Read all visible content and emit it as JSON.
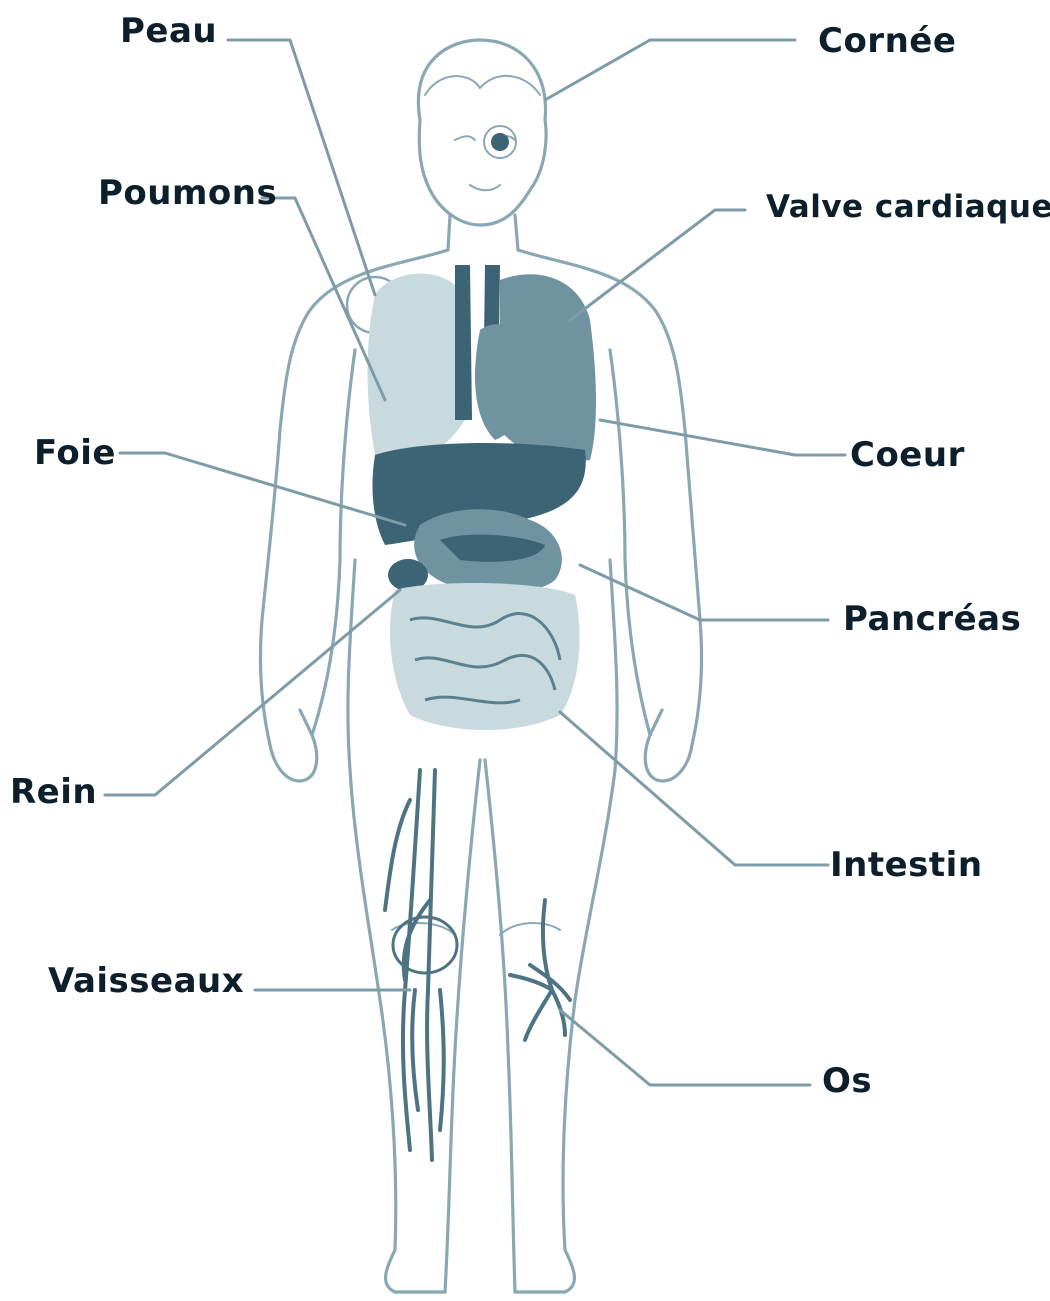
{
  "labels": {
    "peau": "Peau",
    "cornee": "Cornée",
    "poumons": "Poumons",
    "valve_cardiaque": "Valve cardiaque",
    "foie": "Foie",
    "coeur": "Coeur",
    "pancreas": "Pancréas",
    "rein": "Rein",
    "intestin": "Intestin",
    "vaisseaux": "Vaisseaux",
    "os": "Os"
  },
  "colors": {
    "label_text": "#0d1f2b",
    "leader_line": "#7e9ca8",
    "body_outline": "#8aa8b3",
    "organ_dark": "#3d6474",
    "organ_mid": "#6f93a1",
    "organ_light": "#c9dadf"
  }
}
